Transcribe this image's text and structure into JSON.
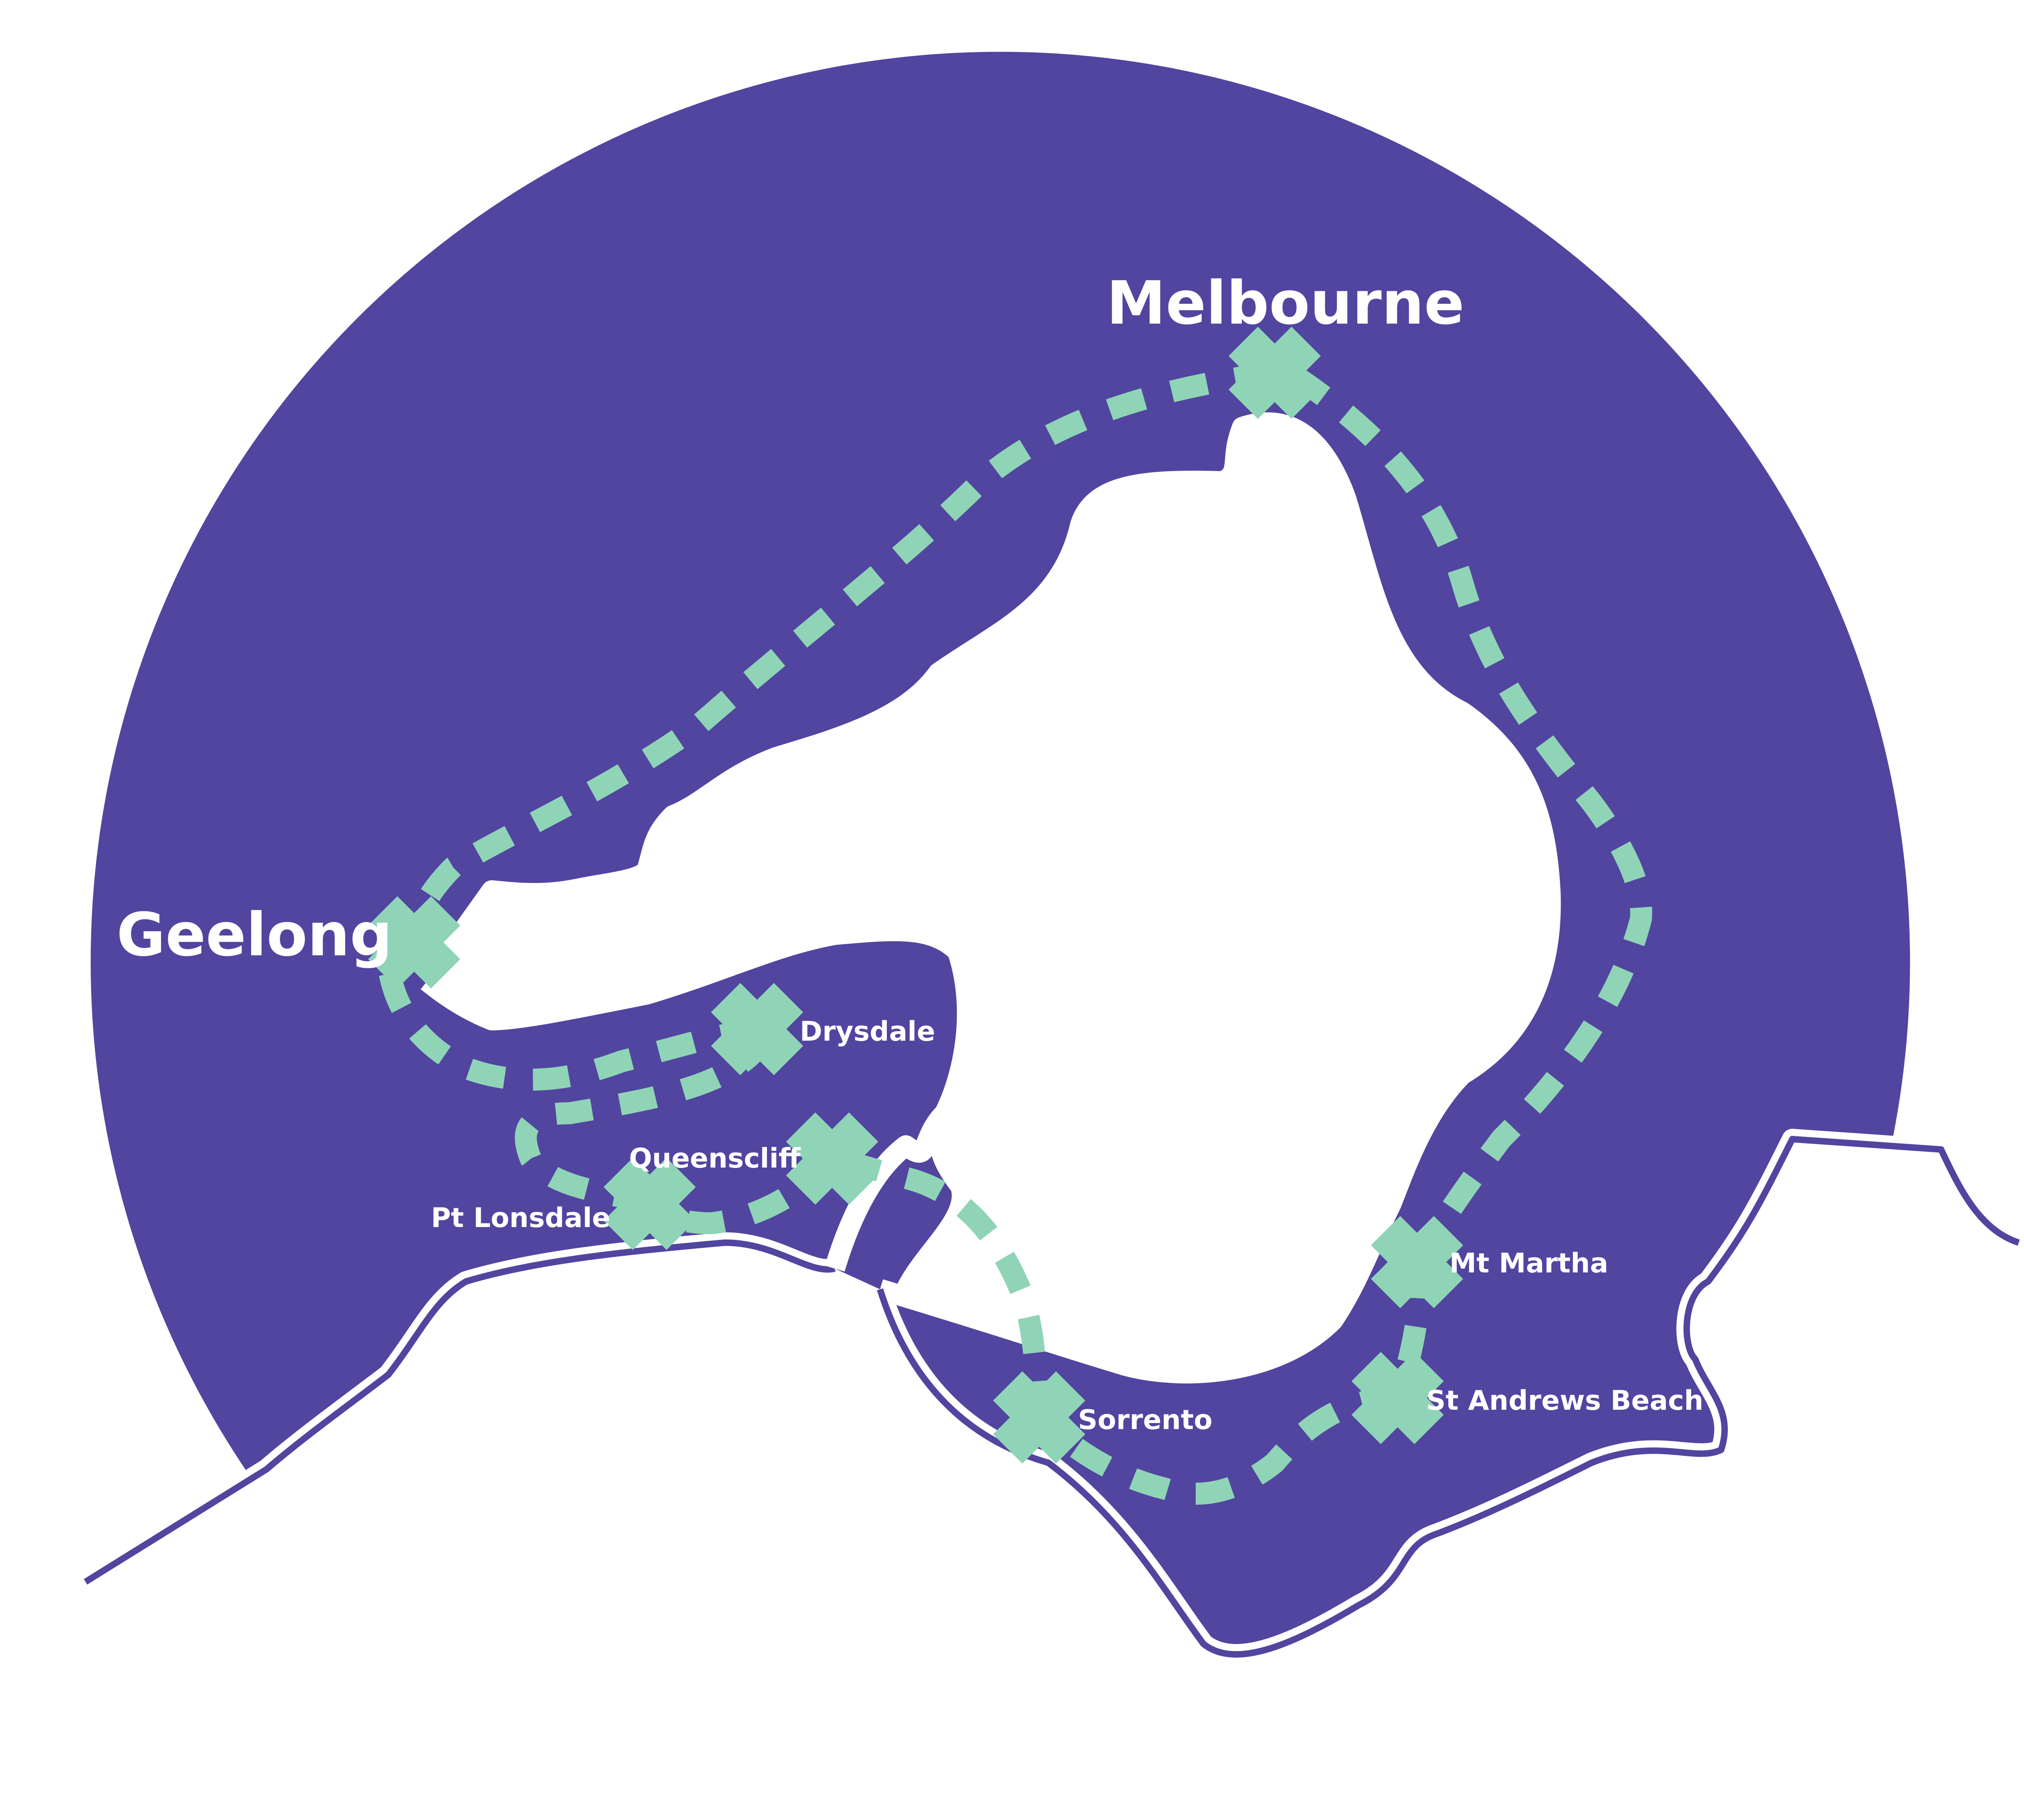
{
  "map": {
    "colors": {
      "land": "#5145a0",
      "water": "#ffffff",
      "route": "#8fd4b6",
      "label": "#ffffff"
    },
    "labels": {
      "melbourne": "Melbourne",
      "geelong": "Geelong",
      "drysdale": "Drysdale",
      "queenscliff": "Queenscliff",
      "pt_lonsdale": "Pt Lonsdale",
      "sorrento": "Sorrento",
      "mt_martha": "Mt Martha",
      "st_andrews_beach": "St Andrews Beach"
    },
    "markers": [
      {
        "name": "Melbourne",
        "icon": "cross-icon"
      },
      {
        "name": "Geelong",
        "icon": "cross-icon"
      },
      {
        "name": "Drysdale",
        "icon": "cross-icon"
      },
      {
        "name": "Queenscliff",
        "icon": "cross-icon"
      },
      {
        "name": "Pt Lonsdale",
        "icon": "cross-icon"
      },
      {
        "name": "Sorrento",
        "icon": "cross-icon"
      },
      {
        "name": "Mt Martha",
        "icon": "cross-icon"
      },
      {
        "name": "St Andrews Beach",
        "icon": "cross-icon"
      }
    ],
    "route_style": "dotted"
  }
}
